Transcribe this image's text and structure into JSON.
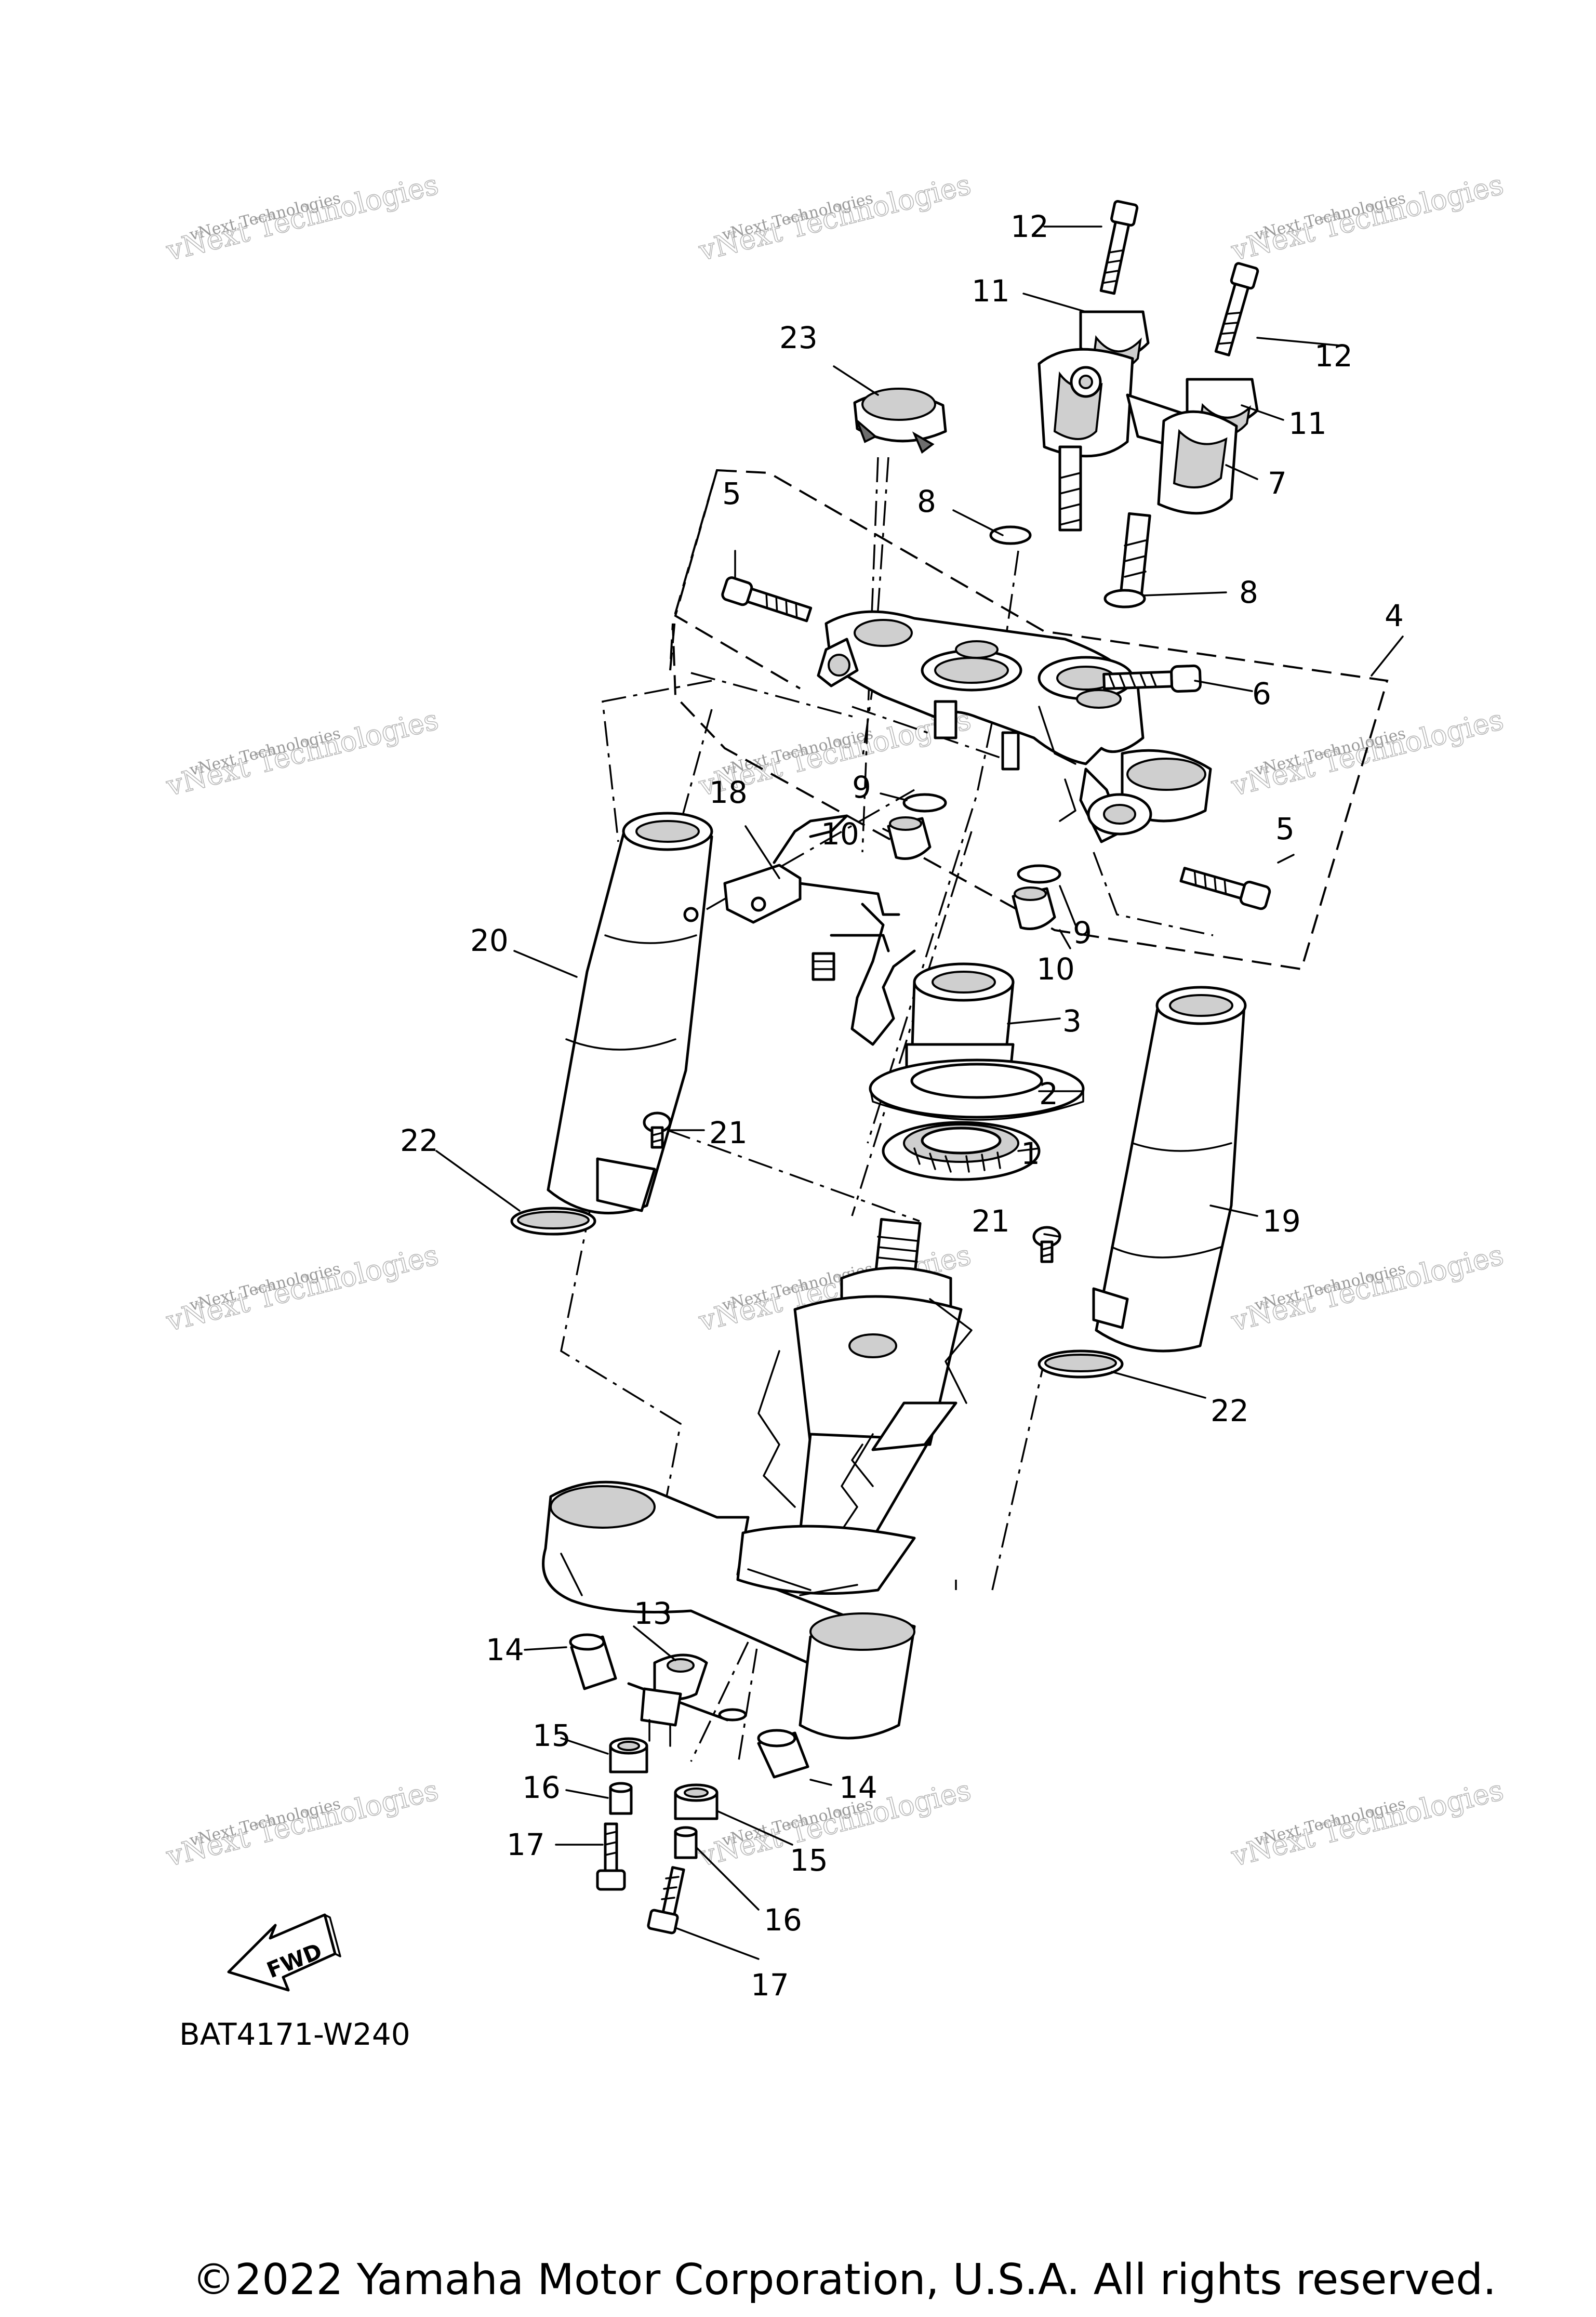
{
  "diagram": {
    "code": "BAT4171-W240",
    "copyright": "©2022 Yamaha Motor Corporation, U.S.A. All rights reserved.",
    "fwd_label": "FWD",
    "watermark": {
      "line1": "vNext Technologies",
      "line2": "vNext Technologies"
    },
    "callouts": [
      "1",
      "2",
      "3",
      "4",
      "5",
      "5",
      "6",
      "7",
      "8",
      "8",
      "9",
      "9",
      "10",
      "10",
      "11",
      "11",
      "12",
      "12",
      "13",
      "14",
      "14",
      "15",
      "15",
      "16",
      "16",
      "17",
      "17",
      "18",
      "19",
      "20",
      "21",
      "21",
      "22",
      "22",
      "23"
    ]
  }
}
